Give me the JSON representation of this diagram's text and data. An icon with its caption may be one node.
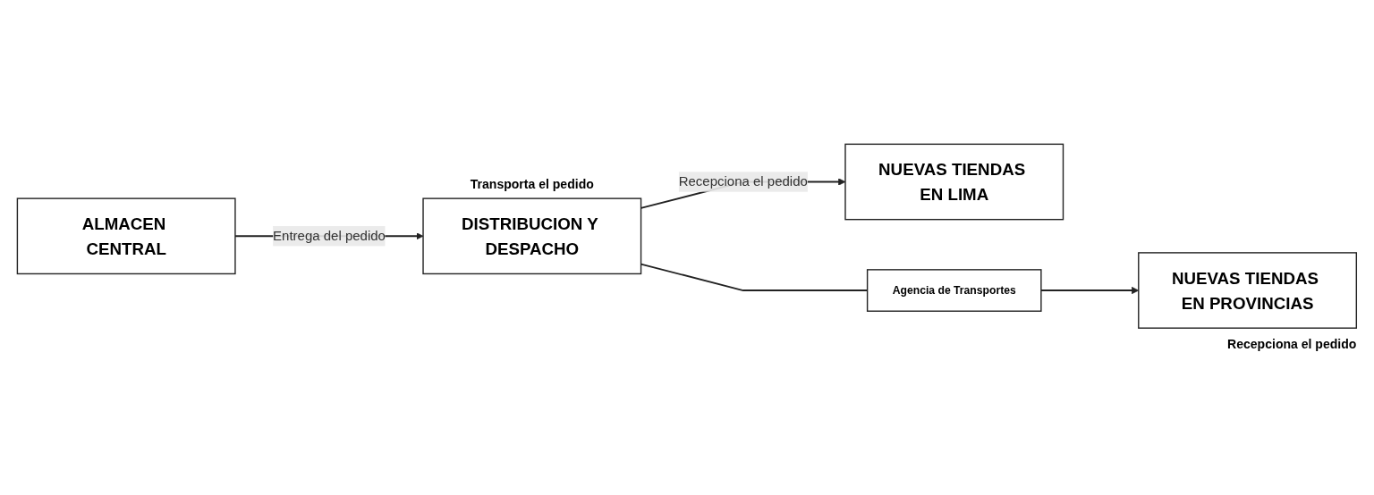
{
  "diagram": {
    "nodes": [
      {
        "text": [
          "ALMACEN CENTRAL"
        ]
      },
      {
        "text": [
          "DISTRIBUCION Y DESPACHO"
        ],
        "beside": [
          "Transporta el pedido"
        ]
      },
      {
        "text": [
          "NUEVAS TIENDAS EN LIMA"
        ]
      },
      {
        "text": [
          "Agencia de Transportes"
        ]
      },
      {
        "text": [
          "NUEVAS TIENDAS EN PROVINCIAS"
        ],
        "beside": [
          "Recepciona el pedido"
        ]
      }
    ],
    "edges": [
      {
        "from": 0,
        "to": 1,
        "arrow": "to",
        "label": "Entrega del pedido"
      },
      {
        "from": 1,
        "to": 2,
        "arrow": "to",
        "label": "Recepciona el pedido"
      },
      {
        "from": 1,
        "to": 3,
        "arrow": "none"
      },
      {
        "from": 3,
        "to": 4,
        "arrow": "to"
      }
    ]
  }
}
